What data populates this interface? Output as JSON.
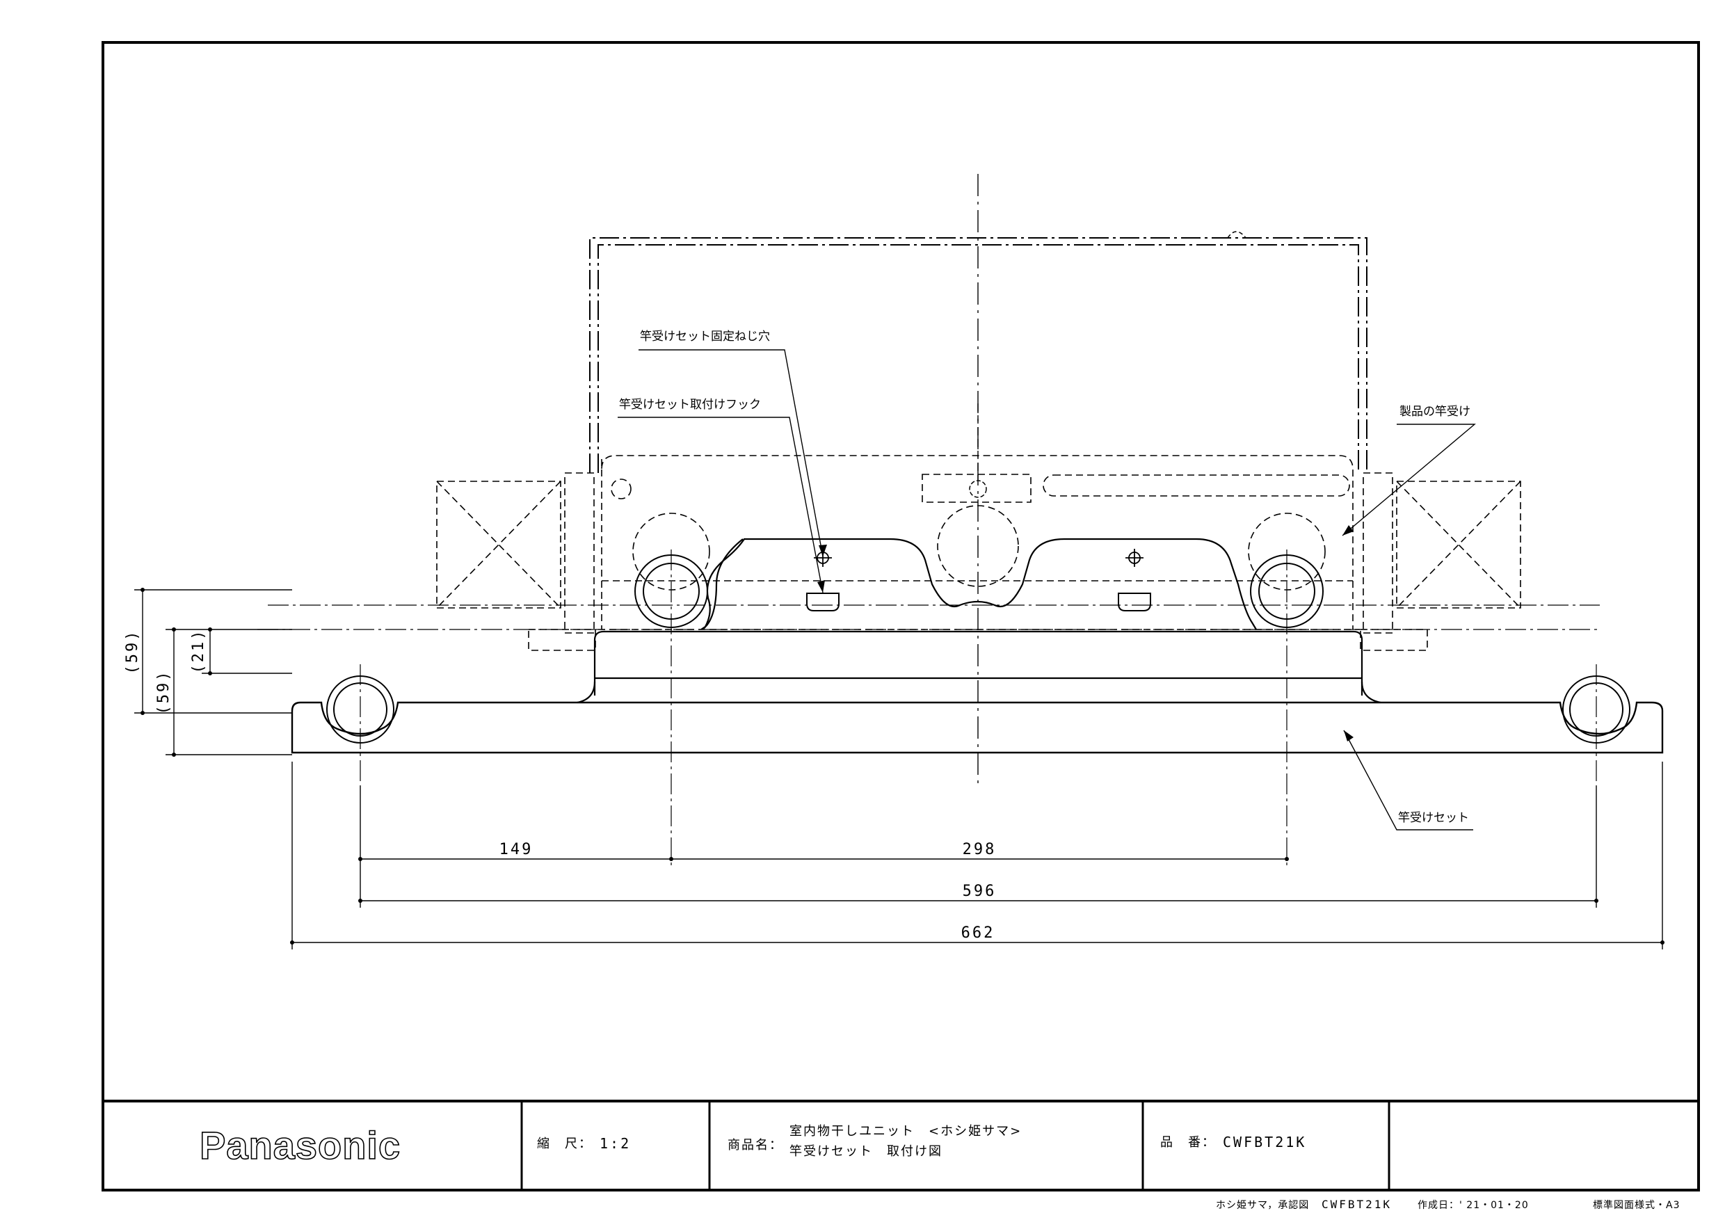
{
  "drawing": {
    "callouts": {
      "fix_screw_hole": "竿受けセット固定ねじ穴",
      "mount_hook": "竿受けセット取付けフック",
      "product_pole_holder": "製品の竿受け",
      "pole_holder_set": "竿受けセット"
    },
    "dimensions": {
      "d149": "149",
      "d298": "298",
      "d596": "596",
      "d662": "662",
      "v59_top": "(59)",
      "v59_bottom": "(59)",
      "v21": "(21)"
    }
  },
  "title_block": {
    "brand": "Panasonic",
    "scale_label": "縮　尺：",
    "scale_value": "1:2",
    "product_label": "商品名：",
    "product_line1": "室内物干しユニット　<ホシ姫サマ>",
    "product_line2": "竿受けセット　取付け図",
    "part_label": "品　番：",
    "part_value": "CWFBT21K",
    "extra": ""
  },
  "footer": {
    "doc": "ホシ姫サマ，承認図",
    "code": "CWFBT21K",
    "date": "作成日：' 21・01・20",
    "format": "標準図面様式・A3"
  }
}
